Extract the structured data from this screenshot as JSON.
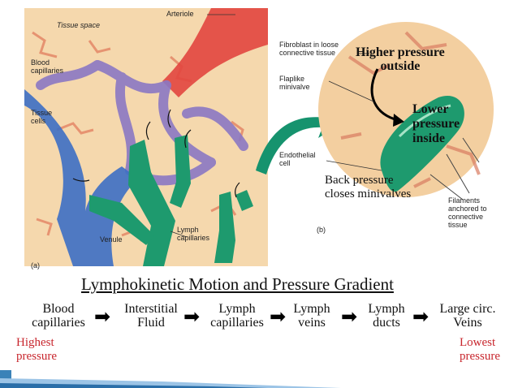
{
  "figure": {
    "panel_a": {
      "tissue_space": "Tissue space",
      "arteriole": "Arteriole",
      "blood_capillaries": "Blood\ncapillaries",
      "tissue_cells": "Tissue\ncells",
      "venule": "Venule",
      "lymph_capillaries": "Lymph\ncapillaries",
      "panel_label": "(a)"
    },
    "panel_b": {
      "fibroblast": "Fibroblast in loose\nconnective tissue",
      "flaplike": "Flaplike\nminivalve",
      "endothelial": "Endothelial\ncell",
      "filaments": "Filaments\nanchored to\nconnective\ntissue",
      "panel_label": "(b)"
    },
    "annotations": {
      "higher_pressure": "Higher pressure\noutside",
      "lower_pressure": "Lower\npressure\ninside",
      "back_pressure": "Back pressure\ncloses minivalves"
    }
  },
  "gradient": {
    "title": "Lymphokinetic Motion and Pressure Gradient",
    "steps": [
      "Blood\ncapillaries",
      "Interstitial\nFluid",
      "Lymph\ncapillaries",
      "Lymph\nveins",
      "Lymph\nducts",
      "Large circ.\nVeins"
    ],
    "highest": "Highest\npressure",
    "lowest": "Lowest\npressure"
  },
  "colors": {
    "pressure_text": "#c8272e",
    "lymph": "#1e9a6e",
    "blood_vein": "#3d6fc4",
    "arteriole": "#e2463f",
    "tissue": "#f6d9b0"
  }
}
